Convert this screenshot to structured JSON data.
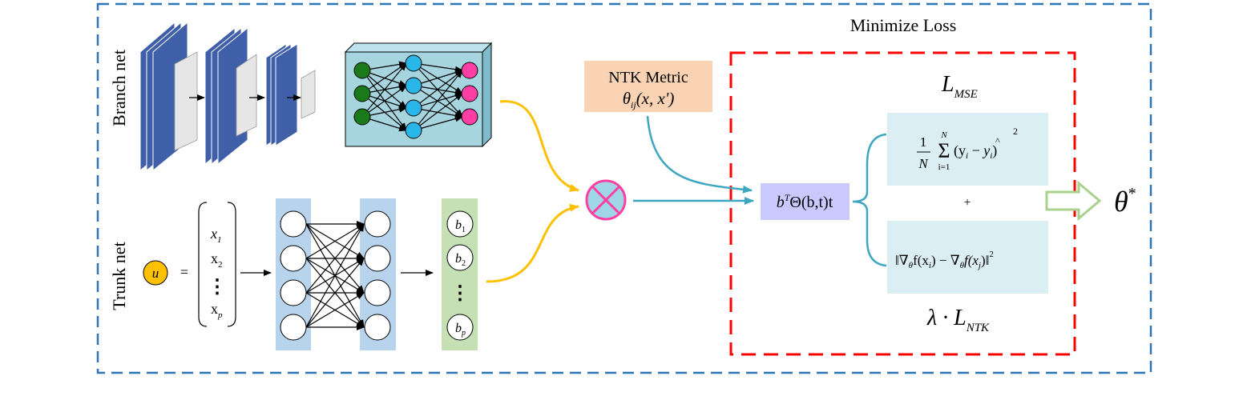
{
  "title": "Minimize Loss",
  "branch_label": "Branch net",
  "trunk_label": "Trunk net",
  "ntk_box": {
    "line1": "NTK Metric",
    "theta": "θ",
    "sub": "ij",
    "args": "(x, x')"
  },
  "input_symbol": "u",
  "equals": "=",
  "input_vector": {
    "x1": "x",
    "x1_sub": "1",
    "x2": "x",
    "x2_sub": "2",
    "ellipsis": "⋮",
    "xp": "x",
    "xp_sub": "p"
  },
  "basis": {
    "b1": "b",
    "b1_sub": "1",
    "b2": "b",
    "b2_sub": "2",
    "ellipsis": "⋮",
    "bp": "b",
    "bp_sub": "p"
  },
  "product_symbol": "⊗",
  "kernel_expr": {
    "b": "b",
    "sup": "T",
    "rest": "Θ(b,t)t"
  },
  "mse_label": {
    "main": "L",
    "sub": "MSE"
  },
  "mse_formula": {
    "frac_num": "1",
    "frac_den": "N",
    "sum_top": "N",
    "sum_bot": "i=1",
    "body": "(y",
    "i": "i",
    "minus": " − ",
    "hat": "^",
    "yhat": "y",
    "hat_i": "i",
    "close": ")",
    "pow": "2"
  },
  "plus": "+",
  "ntk_formula": {
    "text": "‖∇",
    "theta": "θ",
    "f1": "f(x",
    "i": "i",
    "mid": ") − ∇",
    "f2": "f(x",
    "j": "j",
    "end": ")‖",
    "pow": "2"
  },
  "ntk_label": {
    "lambda": "λ · L",
    "sub": "NTK"
  },
  "output_symbol": {
    "theta": "θ",
    "sup": "*"
  },
  "colors": {
    "outer_border": "#2e75b6",
    "loss_border": "#ff0000",
    "cnn_blue": "#3f5fa8",
    "cnn_light": "#e6e6e6",
    "mlp_box": "#a6d5e0",
    "node_green": "#1a7a1a",
    "node_cyan": "#29b6e8",
    "node_pink": "#ff3fa4",
    "ntk_fill": "#f9d3b4",
    "kernel_fill": "#c9c9ff",
    "formula_fill": "#dbeef4",
    "trunk_layer": "#b8d4ec",
    "basis_fill": "#c5e0b4",
    "input_fill": "#ffc000",
    "arrow_yellow": "#ffc000",
    "arrow_teal": "#3ea7c0",
    "product_fill": "#9fd7e6",
    "product_stroke": "#ff3fa4",
    "output_arrow": "#a9d18e"
  }
}
